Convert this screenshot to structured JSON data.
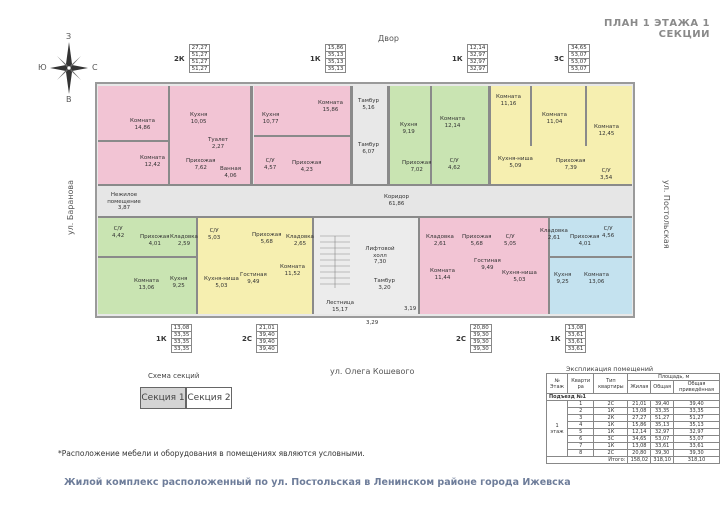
{
  "title": "ПЛАН 1 ЭТАЖА 1 СЕКЦИИ",
  "compass": {
    "n": "З",
    "s": "В",
    "w": "Ю",
    "e": "С"
  },
  "streets": {
    "top": "Двор",
    "left": "ул. Барановa",
    "right": "ул. Постольская",
    "bottom": "ул. Олега Кошевого"
  },
  "apt_boxes": [
    {
      "type": "2К",
      "vals": [
        "27,27",
        "51,27",
        "51,27",
        "51,27"
      ]
    },
    {
      "type": "1К",
      "vals": [
        "15,86",
        "35,13",
        "35,13",
        "35,13"
      ]
    },
    {
      "type": "1К",
      "vals": [
        "12,14",
        "32,97",
        "32,97",
        "32,97"
      ]
    },
    {
      "type": "3С",
      "vals": [
        "34,65",
        "53,07",
        "53,07",
        "53,07"
      ]
    },
    {
      "type": "1К",
      "vals": [
        "13,08",
        "33,35",
        "33,35",
        "33,35"
      ]
    },
    {
      "type": "2С",
      "vals": [
        "21,01",
        "39,40",
        "39,40",
        "39,40"
      ]
    },
    {
      "type": "2С",
      "vals": [
        "20,80",
        "39,30",
        "39,30",
        "39,30"
      ]
    },
    {
      "type": "1К",
      "vals": [
        "13,08",
        "33,61",
        "33,61",
        "33,61"
      ]
    }
  ],
  "rooms": [
    {
      "name": "Комната",
      "area": "14,86"
    },
    {
      "name": "Кухня",
      "area": "10,05"
    },
    {
      "name": "Туалет",
      "area": "2,27"
    },
    {
      "name": "Комната",
      "area": "12,42"
    },
    {
      "name": "Прихожая",
      "area": "7,62"
    },
    {
      "name": "Ванная",
      "area": "4,06"
    },
    {
      "name": "Нежилое помещение",
      "area": "3,87"
    },
    {
      "name": "Кухня",
      "area": "10,77"
    },
    {
      "name": "Комната",
      "area": "15,86"
    },
    {
      "name": "С/У",
      "area": "4,57"
    },
    {
      "name": "Прихожая",
      "area": "4,23"
    },
    {
      "name": "Тамбур",
      "area": "5,16"
    },
    {
      "name": "Тамбур",
      "area": "6,07"
    },
    {
      "name": "Кухня",
      "area": "9,19"
    },
    {
      "name": "Комната",
      "area": "12,14"
    },
    {
      "name": "Прихожая",
      "area": "7,02"
    },
    {
      "name": "С/У",
      "area": "4,62"
    },
    {
      "name": "Комната",
      "area": "11,16"
    },
    {
      "name": "Комната",
      "area": "11,04"
    },
    {
      "name": "Комната",
      "area": "12,45"
    },
    {
      "name": "Кухня-ниша",
      "area": "5,09"
    },
    {
      "name": "Прихожая",
      "area": "7,39"
    },
    {
      "name": "С/У",
      "area": "3,54"
    },
    {
      "name": "Коридор",
      "area": "61,86"
    },
    {
      "name": "С/У",
      "area": "4,42"
    },
    {
      "name": "Прихожая",
      "area": "4,01"
    },
    {
      "name": "Кладовка",
      "area": "2,59"
    },
    {
      "name": "Комната",
      "area": "13,06"
    },
    {
      "name": "Кухня",
      "area": "9,25"
    },
    {
      "name": "С/У",
      "area": "5,03"
    },
    {
      "name": "Прихожая",
      "area": "5,68"
    },
    {
      "name": "Кладовка",
      "area": "2,65"
    },
    {
      "name": "Кухня-ниша",
      "area": "5,03"
    },
    {
      "name": "Гостиная",
      "area": "9,49"
    },
    {
      "name": "Комната",
      "area": "11,52"
    },
    {
      "name": "Лифтовой холл",
      "area": "7,30"
    },
    {
      "name": "Тамбур",
      "area": "3,20"
    },
    {
      "name": "Лестница",
      "area": "15,17"
    },
    {
      "name": "",
      "area": "3,29"
    },
    {
      "name": "",
      "area": "3,19"
    },
    {
      "name": "Кладовка",
      "area": "2,61"
    },
    {
      "name": "Прихожая",
      "area": "5,68"
    },
    {
      "name": "С/У",
      "area": "5,05"
    },
    {
      "name": "Комната",
      "area": "11,44"
    },
    {
      "name": "Гостиная",
      "area": "9,49"
    },
    {
      "name": "Кухня-ниша",
      "area": "5,03"
    },
    {
      "name": "Кладовка",
      "area": "2,61"
    },
    {
      "name": "Прихожая",
      "area": "4,01"
    },
    {
      "name": "С/У",
      "area": "4,56"
    },
    {
      "name": "Кухня",
      "area": "9,25"
    },
    {
      "name": "Комната",
      "area": "13,06"
    }
  ],
  "sections_scheme": {
    "title": "Схема секций",
    "s1": "Секция 1",
    "s2": "Секция 2"
  },
  "explication": {
    "title": "Экспликация помещений",
    "headers": [
      "№ Этаж",
      "Кварти ра",
      "Тип квартиры",
      "Жилая",
      "Общая",
      "Общая приведённая"
    ],
    "area_header": "Площадь, м",
    "subheader": "Подъезд №1",
    "floor_label": "1 этаж",
    "rows": [
      [
        "1",
        "2С",
        "21,01",
        "39,40",
        "39,40"
      ],
      [
        "2",
        "1К",
        "13,08",
        "33,35",
        "33,35"
      ],
      [
        "3",
        "2К",
        "27,27",
        "51,27",
        "51,27"
      ],
      [
        "4",
        "1К",
        "15,86",
        "35,13",
        "35,13"
      ],
      [
        "5",
        "1К",
        "12,14",
        "32,97",
        "32,97"
      ],
      [
        "6",
        "3С",
        "34,65",
        "53,07",
        "53,07"
      ],
      [
        "7",
        "1К",
        "13,08",
        "33,61",
        "33,61"
      ],
      [
        "8",
        "2С",
        "20,80",
        "39,30",
        "39,30"
      ]
    ],
    "total": [
      "Итого:",
      "158,02",
      "318,10",
      "318,10"
    ]
  },
  "footnote": "*Расположение мебели и оборудования в помещениях являются условными.",
  "footer": "Жилой комплекс расположенный по ул. Постольская в Ленинском районе города Ижевска",
  "colors": {
    "pink": "#f2c4d4",
    "green": "#c9e4b2",
    "yellow": "#f6efb0",
    "blue": "#c4e2ef",
    "grey": "#e6e6e6",
    "footer": "#6e7d9a"
  }
}
